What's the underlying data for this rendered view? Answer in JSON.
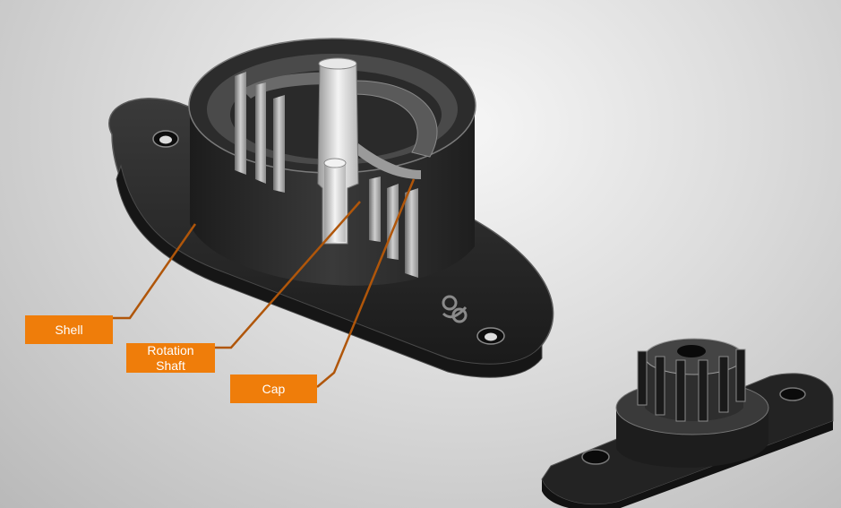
{
  "labels": {
    "shell": "Shell",
    "shaft_line1": "Rotation",
    "shaft_line2": "Shaft",
    "cap": "Cap"
  },
  "colors": {
    "label_bg": "#ef7d0a",
    "leader_line": "#b0560a",
    "part_body": "#2a2a2a"
  }
}
